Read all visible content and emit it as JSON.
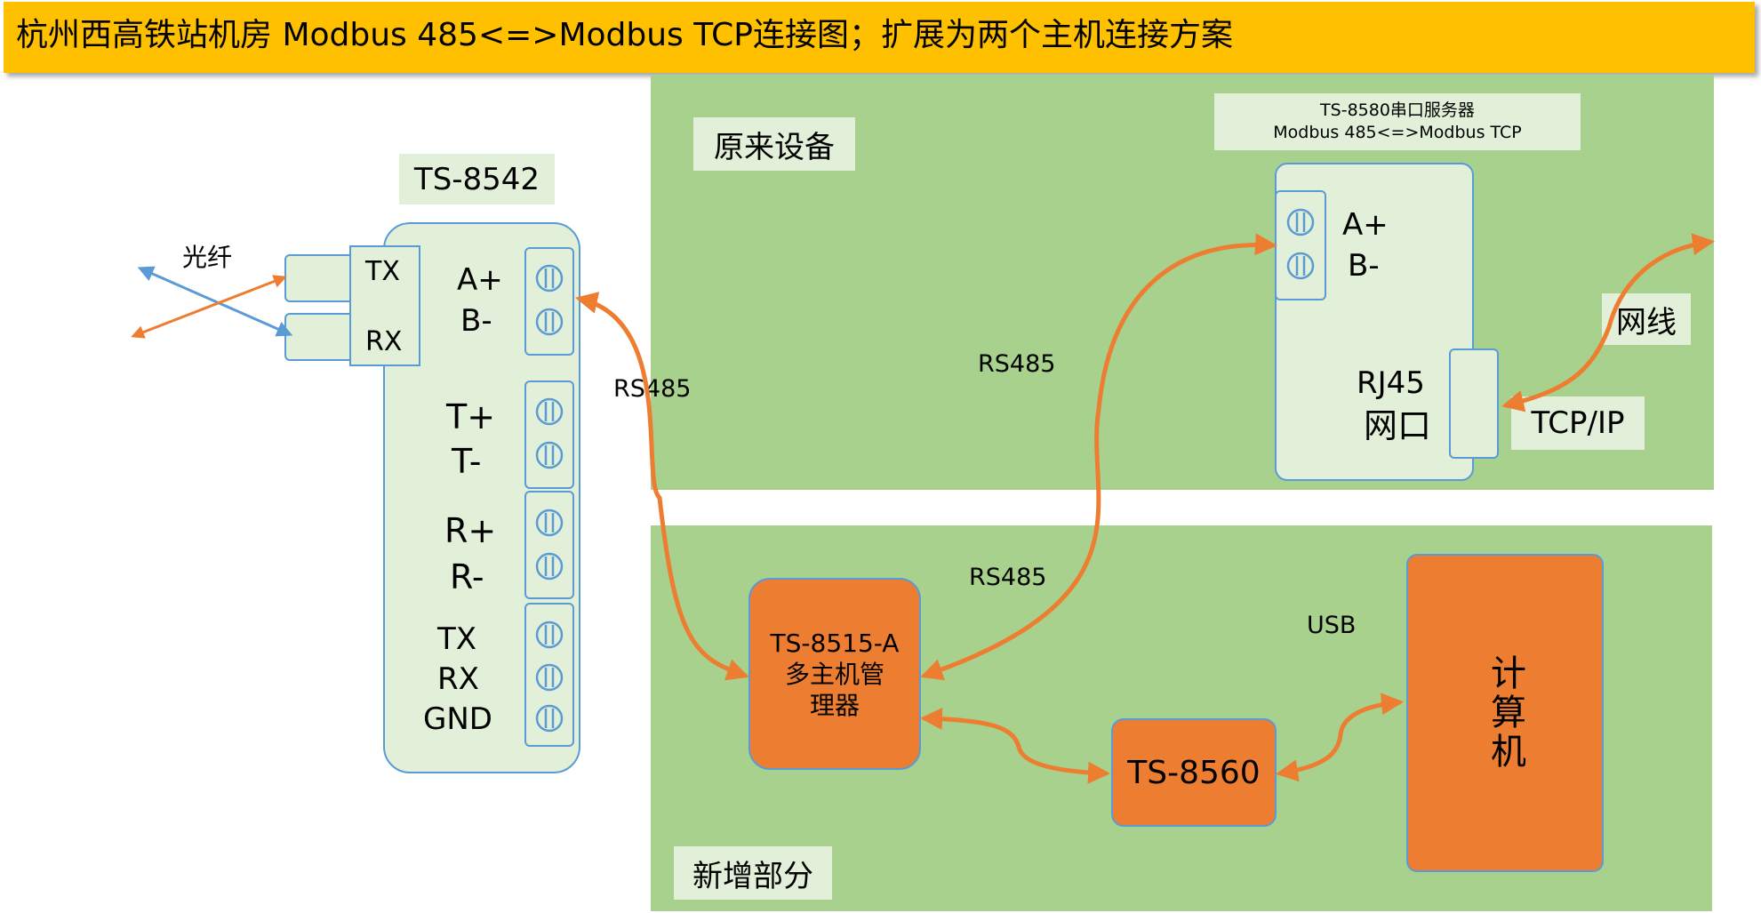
{
  "title": "杭州西高铁站机房 Modbus 485<=>Modbus TCP连接图；扩展为两个主机连接方案",
  "regions": {
    "original": "原来设备",
    "added": "新增部分"
  },
  "ts8542": {
    "name": "TS-8542",
    "fiber_label": "光纤",
    "tx": "TX",
    "rx": "RX",
    "a_plus": "A+",
    "b_minus": "B-",
    "t_plus": "T+",
    "t_minus": "T-",
    "r_plus": "R+",
    "r_minus": "R-",
    "tx2": "TX",
    "rx2": "RX",
    "gnd": "GND"
  },
  "ts8580": {
    "caption_line1": "TS-8580串口服务器",
    "caption_line2": "Modbus 485<=>Modbus TCP",
    "a_plus": "A+",
    "b_minus": "B-",
    "rj45": "RJ45",
    "port": "网口"
  },
  "network": {
    "cable": "网线",
    "protocol": "TCP/IP"
  },
  "links": {
    "rs485_left": "RS485",
    "rs485_top": "RS485",
    "rs485_mid": "RS485",
    "usb": "USB"
  },
  "ts8515": {
    "line1": "TS-8515-A",
    "line2": "多主机管",
    "line3": "理器"
  },
  "ts8560": {
    "name": "TS-8560"
  },
  "computer": {
    "name": "计算机"
  },
  "colors": {
    "title_bg": "#ffc000",
    "region_bg": "#a9d18e",
    "label_bg": "#e2f0d9",
    "device_border": "#5b9bd5",
    "orange": "#ed7d31",
    "fiber_blue": "#5b9bd5"
  }
}
